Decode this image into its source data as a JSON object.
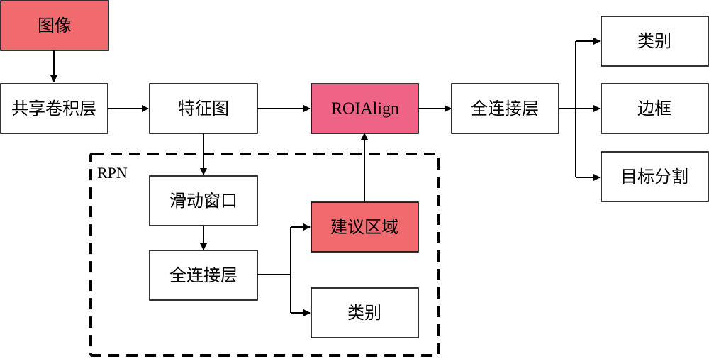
{
  "colors": {
    "highlight": "#f06a6e",
    "roialign": "#ef6486",
    "plain": "#ffffff",
    "line": "#000000"
  },
  "rpn": {
    "label": "RPN"
  },
  "nodes": {
    "image": {
      "label": "图像"
    },
    "shared_conv": {
      "label": "共享卷积层"
    },
    "feature_map": {
      "label": "特征图"
    },
    "roialign": {
      "label": "ROIAlign"
    },
    "fc_head": {
      "label": "全连接层"
    },
    "class_out": {
      "label": "类别"
    },
    "bbox_out": {
      "label": "边框"
    },
    "mask_out": {
      "label": "目标分割"
    },
    "sliding_window": {
      "label": "滑动窗口"
    },
    "rpn_fc": {
      "label": "全连接层"
    },
    "proposals": {
      "label": "建议区域"
    },
    "rpn_class": {
      "label": "类别"
    }
  }
}
